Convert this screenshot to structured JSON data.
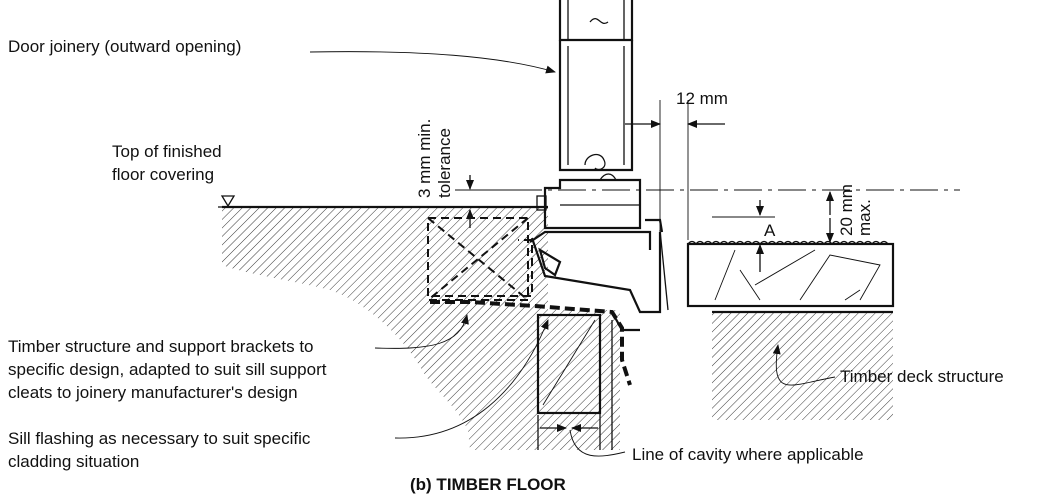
{
  "labels": {
    "door_joinery": "Door joinery (outward opening)",
    "dim_12mm": "12 mm",
    "tolerance_line1": "3 mm min.",
    "tolerance_line2": "tolerance",
    "top_finished_line1": "Top of finished",
    "top_finished_line2": "floor covering",
    "dim_20mm_line1": "20 mm",
    "dim_20mm_line2": "max.",
    "point_a": "A",
    "timber_structure_line1": "Timber structure and support brackets to",
    "timber_structure_line2": "specific design, adapted to suit sill support",
    "timber_structure_line3": "cleats to joinery manufacturer's design",
    "sill_flashing_line1": "Sill flashing as necessary to suit specific",
    "sill_flashing_line2": "cladding situation",
    "timber_deck": "Timber deck structure",
    "line_of_cavity": "Line of cavity where applicable",
    "caption": "(b)  TIMBER FLOOR"
  }
}
